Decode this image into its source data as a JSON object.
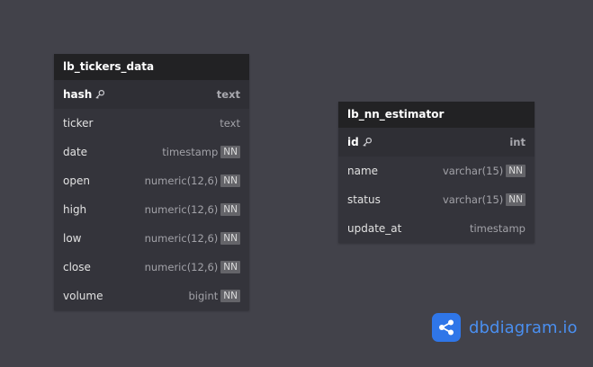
{
  "tables": [
    {
      "name": "lb_tickers_data",
      "fields": [
        {
          "name": "hash",
          "type": "text",
          "pk": true,
          "nn": false
        },
        {
          "name": "ticker",
          "type": "text",
          "pk": false,
          "nn": false
        },
        {
          "name": "date",
          "type": "timestamp",
          "pk": false,
          "nn": true
        },
        {
          "name": "open",
          "type": "numeric(12,6)",
          "pk": false,
          "nn": true
        },
        {
          "name": "high",
          "type": "numeric(12,6)",
          "pk": false,
          "nn": true
        },
        {
          "name": "low",
          "type": "numeric(12,6)",
          "pk": false,
          "nn": true
        },
        {
          "name": "close",
          "type": "numeric(12,6)",
          "pk": false,
          "nn": true
        },
        {
          "name": "volume",
          "type": "bigint",
          "pk": false,
          "nn": true
        }
      ]
    },
    {
      "name": "lb_nn_estimator",
      "fields": [
        {
          "name": "id",
          "type": "int",
          "pk": true,
          "nn": false
        },
        {
          "name": "name",
          "type": "varchar(15)",
          "pk": false,
          "nn": true
        },
        {
          "name": "status",
          "type": "varchar(15)",
          "pk": false,
          "nn": true
        },
        {
          "name": "update_at",
          "type": "timestamp",
          "pk": false,
          "nn": false
        }
      ]
    }
  ],
  "nn_label": "NN",
  "logo": {
    "text": "dbdiagram.io"
  },
  "colors": {
    "canvas": "#42424a",
    "table_body": "#34343b",
    "table_header": "#222224",
    "brand": "#2f76e8"
  }
}
